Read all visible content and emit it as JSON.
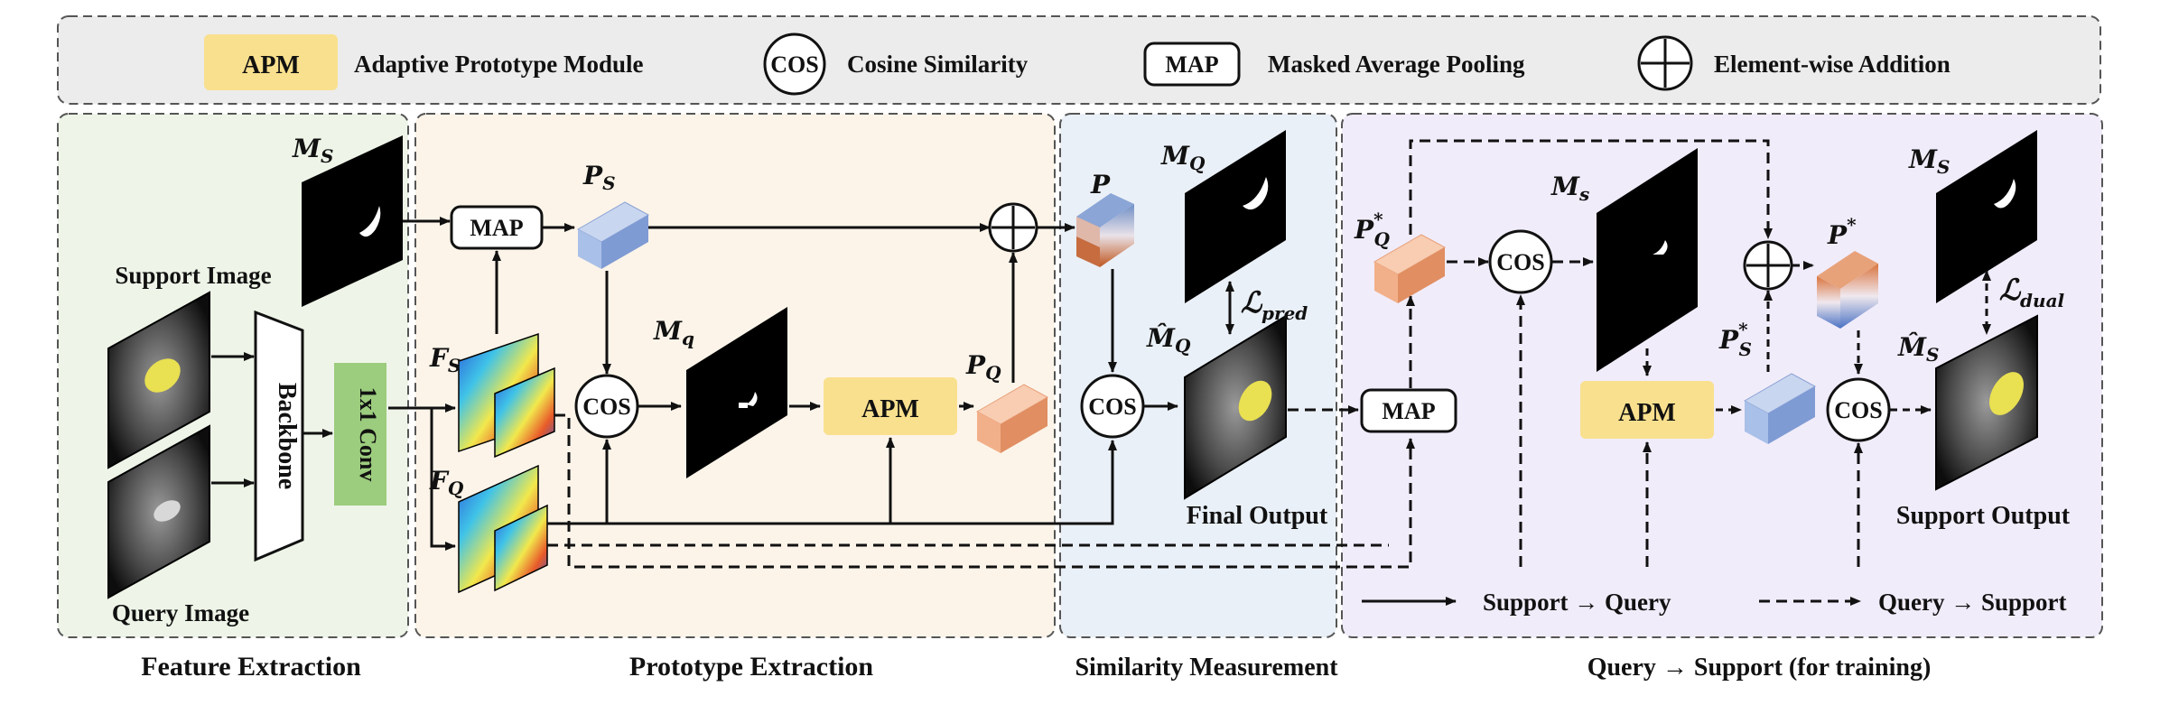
{
  "legend": {
    "apm_symbol": "APM",
    "apm_label": "Adaptive Prototype Module",
    "cos_symbol": "COS",
    "cos_label": "Cosine Similarity",
    "map_symbol": "MAP",
    "map_label": "Masked Average Pooling",
    "add_label": "Element-wise Addition"
  },
  "stages": {
    "feature": "Feature Extraction",
    "prototype": "Prototype Extraction",
    "similarity": "Similarity Measurement",
    "query_support": "Query → Support (for training)"
  },
  "labels": {
    "support_image": "Support Image",
    "query_image": "Query Image",
    "backbone": "Backbone",
    "conv": "1x1 Conv",
    "map": "MAP",
    "cos": "COS",
    "apm": "APM",
    "final_output": "Final Output",
    "support_output": "Support Output",
    "arrow_solid": "Support → Query",
    "arrow_dashed": "Query → Support"
  },
  "math": {
    "M": "M",
    "P": "P",
    "F": "F",
    "sub_S": "S",
    "sub_Q": "Q",
    "sub_q": "q",
    "sub_s": "s",
    "star": "*",
    "hat_M": "M̂",
    "L": "ℒ",
    "sub_pred": "pred",
    "sub_dual": "dual"
  },
  "colors": {
    "legend_bg": "#ececec",
    "feature_bg": "#eef5e8",
    "prototype_bg": "#fcf4e9",
    "similarity_bg": "#eaf0f7",
    "query_support_bg": "#f1ecfa",
    "apm_fill": "#f9e08e",
    "conv_fill": "#9ccc7e",
    "ps_blue": "#a9c0e8",
    "pq_orange": "#f2b08a"
  }
}
